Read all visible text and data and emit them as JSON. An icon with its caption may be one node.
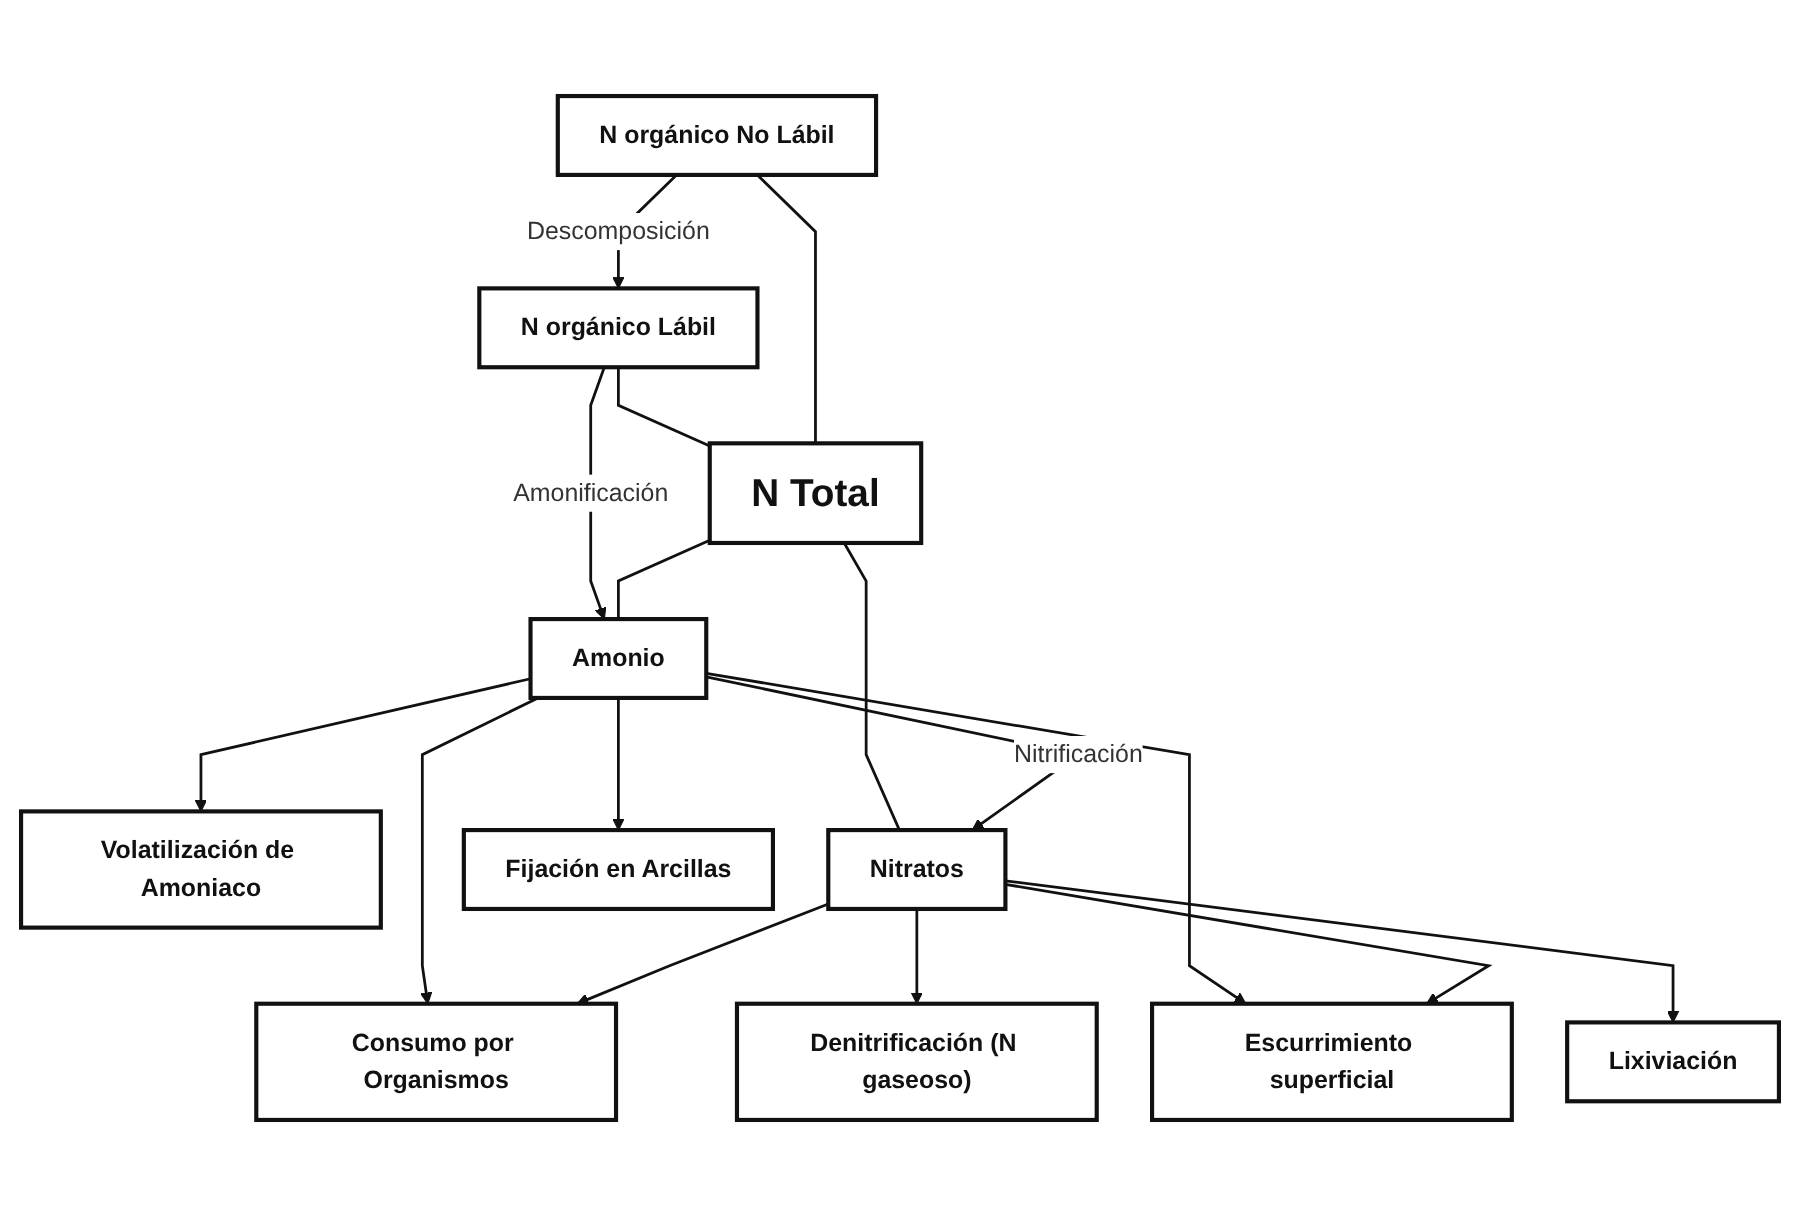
{
  "diagram": {
    "nodes": [
      {
        "text": [
          "N orgánico Lábil"
        ]
      },
      {
        "text": [
          "N orgánico No Lábil"
        ]
      },
      {
        "text": [
          "N Total"
        ]
      },
      {
        "text": [
          "Volatilización de Amoniaco"
        ]
      },
      {
        "text": [
          "Denitrificación (N gaseoso)"
        ]
      },
      {
        "text": [
          "Consumo por Organismos"
        ]
      },
      {
        "text": [
          "Amonio"
        ]
      },
      {
        "text": [
          "Nitratos"
        ]
      },
      {
        "text": [
          "Escurrimiento superficial"
        ]
      },
      {
        "text": [
          "Fijación en Arcillas"
        ]
      },
      {
        "text": [
          "Lixiviación"
        ]
      }
    ],
    "edges": [
      {
        "from": 1,
        "to": 0,
        "arrow": "to",
        "label": "Descomposición"
      },
      {
        "from": 0,
        "to": 2,
        "arrow": "none"
      },
      {
        "from": 1,
        "to": 2,
        "arrow": "none"
      },
      {
        "from": 0,
        "to": 6,
        "arrow": "to",
        "label": "Amonificación"
      },
      {
        "from": 2,
        "to": 6,
        "arrow": "none"
      },
      {
        "from": 2,
        "to": 7,
        "arrow": "none"
      },
      {
        "from": 6,
        "to": 3,
        "arrow": "to"
      },
      {
        "from": 6,
        "to": 5,
        "arrow": "to"
      },
      {
        "from": 6,
        "to": 7,
        "arrow": "to",
        "label": "Nitrificación"
      },
      {
        "from": 6,
        "to": 8,
        "arrow": "to"
      },
      {
        "from": 6,
        "to": 9,
        "arrow": "to"
      },
      {
        "from": 7,
        "to": 4,
        "arrow": "to"
      },
      {
        "from": 7,
        "to": 5,
        "arrow": "to"
      },
      {
        "from": 7,
        "to": 8,
        "arrow": "to"
      },
      {
        "from": 7,
        "to": 10,
        "arrow": "to"
      }
    ]
  }
}
